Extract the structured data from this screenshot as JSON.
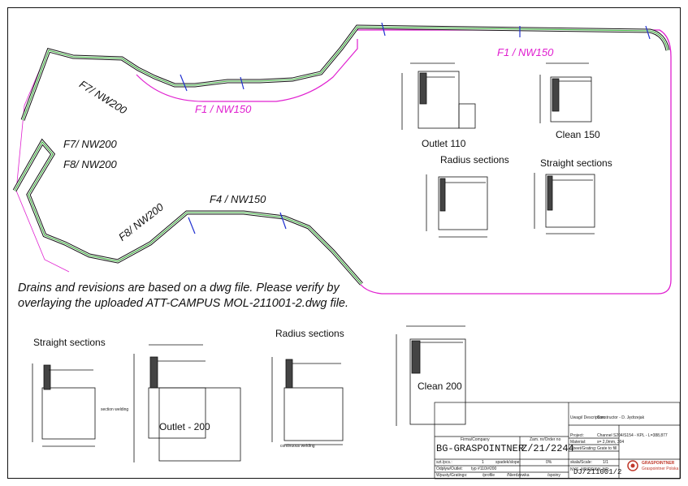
{
  "routes": {
    "f1_top": "F1 / NW150",
    "f1_mid": "F1 / NW150",
    "f7_upper": "F7/ NW200",
    "f7_lower": "F7/ NW200",
    "f8_upper": "F8/ NW200",
    "f8_lower": "F8/ NW200",
    "f4": "F4 / NW150"
  },
  "sections": {
    "outlet_110": "Outlet 110",
    "clean_150": "Clean 150",
    "radius_top": "Radius sections",
    "straight_top": "Straight sections",
    "straight_bottom": "Straight sections",
    "radius_bottom": "Radius sections",
    "outlet_200": "Outlet - 200",
    "clean_200": "Clean 200"
  },
  "note": {
    "line1": "Drains and revisions are based on a dwg file. Please verify by",
    "line2": "overlaying the uploaded ATT-CAMPUS MOL-211001-2.dwg file."
  },
  "title_block": {
    "firm_label": "Firma/Company",
    "firm": "BG-GRASPOINTNER",
    "order_label": "Zam. nr/Order no",
    "order": "Z/21/2244",
    "user_label": "Uwagi/ Description:",
    "constructor": "Constructor - D. Jędrzejak",
    "project_label": "Project:",
    "project": "Channel S204/S154 - KPL - L=388,877",
    "material_label": "Materiał:",
    "material": "s= 2,0mm, 304",
    "sheet_label": "Sheet/Grating:",
    "sheet": "Grate to fill",
    "scale_label": "skala/Scale:",
    "scale": "1/1",
    "szt_label": "szt./pcs.:",
    "szt": "1",
    "spadek_label": "spadek/slope:",
    "spadek": "0%",
    "drawing_label": "NYS.-NR/DRAW.-NR:",
    "drawing_no": "DJ/211001/2",
    "outlet_label": "Odpływ/Outlet:",
    "outlet": "typ #110/#200",
    "wpusty_label": "Wpusty/Gratings:",
    "profile_label": "/profile",
    "stainless_label": "/Nierdzewka",
    "weld_label": "/spoiny",
    "logo": "GRASPOINTNER",
    "logo_sub": "Graspointner Polska"
  },
  "detail_text": {
    "section_welding": "section welding",
    "continuous_welding": "continuous welding"
  },
  "colors": {
    "outline": "#111111",
    "channel_green": "#3cb03c",
    "magenta": "#e020d0",
    "blue": "#2030d0"
  }
}
